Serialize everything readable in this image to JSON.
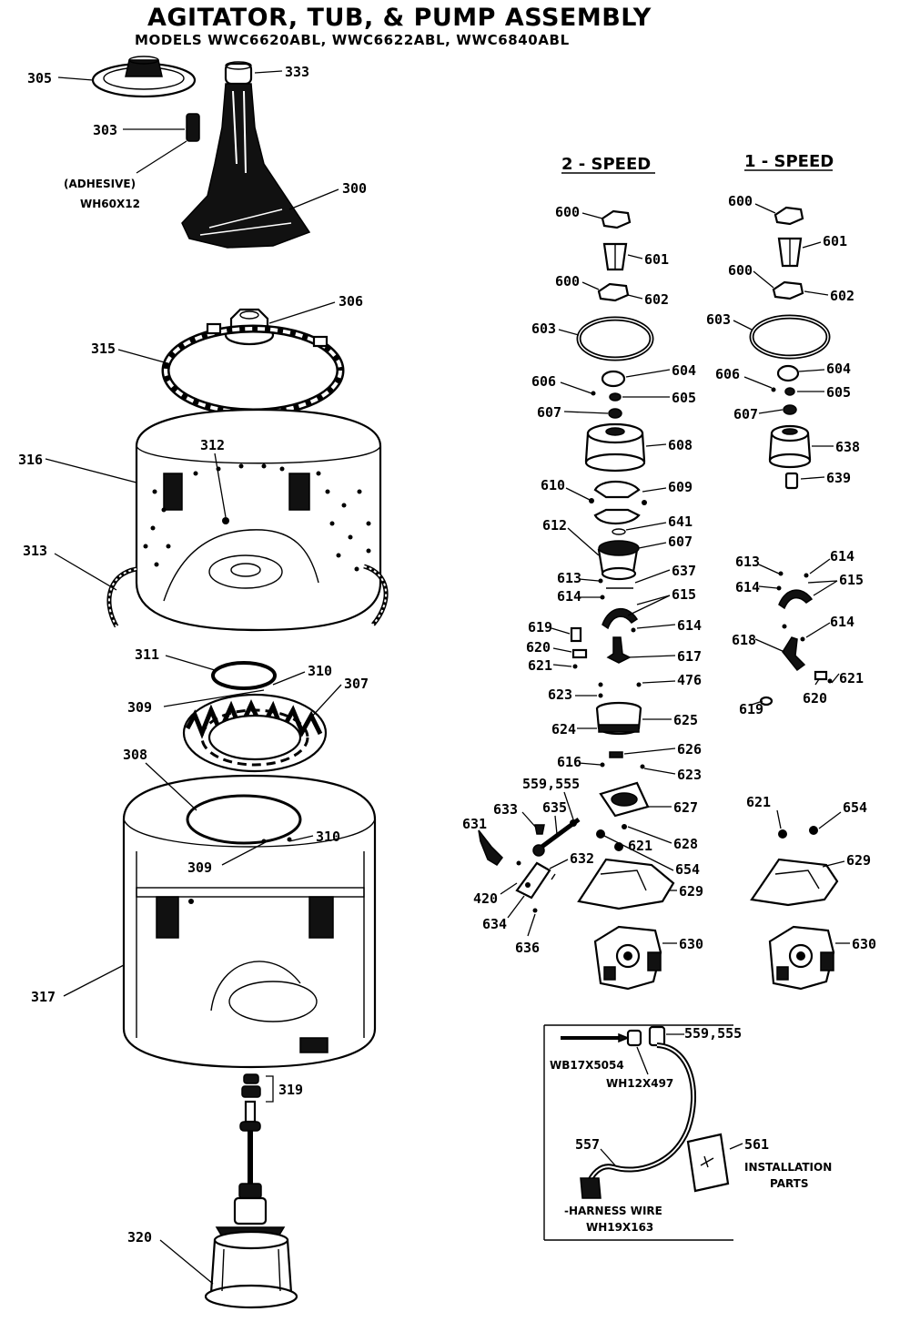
{
  "header": {
    "title": "AGITATOR, TUB, & PUMP ASSEMBLY",
    "subtitle": "MODELS WWC6620ABL, WWC6622ABL, WWC6840ABL"
  },
  "sections": {
    "two_speed": "2 - SPEED",
    "one_speed": "1 - SPEED"
  },
  "notes": {
    "adhesive": "(ADHESIVE)",
    "adhesive_part": "WH60X12",
    "wb_part": "WB17X5054",
    "wh_part": "WH12X497",
    "harness_wire": "-HARNESS WIRE",
    "harness_part": "WH19X163",
    "installation": "INSTALLATION",
    "parts": "PARTS"
  },
  "labels": {
    "l305": "305",
    "l333": "333",
    "l303": "303",
    "l300": "300",
    "l306": "306",
    "l315": "315",
    "l316": "316",
    "l312": "312",
    "l313": "313",
    "l311": "311",
    "l310a": "310",
    "l307": "307",
    "l309a": "309",
    "l308": "308",
    "l310b": "310",
    "l309b": "309",
    "l317": "317",
    "l319": "319",
    "l320": "320",
    "a600": "600",
    "a601": "601",
    "a600b": "600",
    "a602": "602",
    "a603": "603",
    "a606": "606",
    "a604": "604",
    "a605": "605",
    "a607": "607",
    "a608": "608",
    "a610": "610",
    "a609": "609",
    "a641": "641",
    "a612": "612",
    "a607b": "607",
    "a613": "613",
    "a637": "637",
    "a614": "614",
    "a615": "615",
    "a619": "619",
    "a614b": "614",
    "a620": "620",
    "a617": "617",
    "a621": "621",
    "a623": "623",
    "a476": "476",
    "a624": "624",
    "a625": "625",
    "a616": "616",
    "a626": "626",
    "a623b": "623",
    "a559": "559,555",
    "a633": "633",
    "a635": "635",
    "a627": "627",
    "a631": "631",
    "a628": "628",
    "a621b": "621",
    "a632": "632",
    "a654": "654",
    "a420": "420",
    "a629": "629",
    "a634": "634",
    "a636": "636",
    "a630": "630",
    "b600": "600",
    "b601": "601",
    "b600b": "600",
    "b602": "602",
    "b603": "603",
    "b606": "606",
    "b604": "604",
    "b605": "605",
    "b607": "607",
    "b638": "638",
    "b639": "639",
    "b613": "613",
    "b614": "614",
    "b614b": "614",
    "b615": "615",
    "b618": "618",
    "b614c": "614",
    "b619": "619",
    "b620": "620",
    "b621": "621",
    "b621b": "621",
    "b654": "654",
    "b629": "629",
    "b630": "630",
    "k559": "559,555",
    "k557": "557",
    "k561": "561"
  }
}
